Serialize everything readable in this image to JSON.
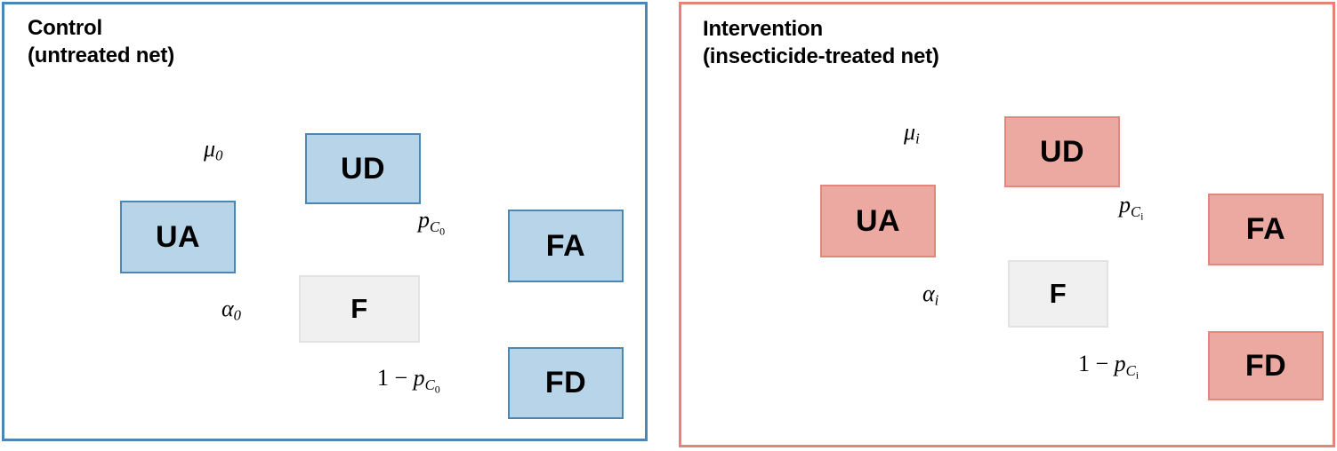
{
  "figure": {
    "type": "state-transition-diagram",
    "panels": [
      {
        "id": "control",
        "title": "Control\n(untreated net)",
        "accent_color": "#4a87b5",
        "node_fill": "#b8d4e8",
        "node_border": "#4a87b5",
        "nodes": [
          {
            "id": "ua",
            "label": "UA",
            "style": "blue"
          },
          {
            "id": "ud",
            "label": "UD",
            "style": "blue"
          },
          {
            "id": "f",
            "label": "F",
            "style": "gray"
          },
          {
            "id": "fa",
            "label": "FA",
            "style": "blue"
          },
          {
            "id": "fd",
            "label": "FD",
            "style": "blue"
          }
        ],
        "edges": [
          {
            "id": "self",
            "from": "ua",
            "to": "ua",
            "label": ""
          },
          {
            "id": "ua-ud",
            "from": "ua",
            "to": "ud",
            "label": "μ0",
            "label_html": "μ<sub>0</sub>"
          },
          {
            "id": "ua-f",
            "from": "ua",
            "to": "f",
            "label": "α0",
            "label_html": "α<sub>0</sub>"
          },
          {
            "id": "f-fa",
            "from": "f",
            "to": "fa",
            "label": "pC0",
            "label_html": "p<sub>C<sub>0</sub></sub>"
          },
          {
            "id": "f-fd",
            "from": "f",
            "to": "fd",
            "label": "1 - pC0",
            "label_html": "1 − p<sub>C<sub>0</sub></sub>"
          }
        ]
      },
      {
        "id": "intervention",
        "title": "Intervention\n(insecticide-treated net)",
        "accent_color": "#e8837c",
        "node_fill": "#eba9a1",
        "node_border": "#e2877c",
        "nodes": [
          {
            "id": "ua",
            "label": "UA",
            "style": "red"
          },
          {
            "id": "ud",
            "label": "UD",
            "style": "red"
          },
          {
            "id": "f",
            "label": "F",
            "style": "gray"
          },
          {
            "id": "fa",
            "label": "FA",
            "style": "red"
          },
          {
            "id": "fd",
            "label": "FD",
            "style": "red"
          }
        ],
        "edges": [
          {
            "id": "self",
            "from": "ua",
            "to": "ua",
            "label": ""
          },
          {
            "id": "ua-ud",
            "from": "ua",
            "to": "ud",
            "label": "μi",
            "label_html": "μ<sub>i</sub>"
          },
          {
            "id": "ua-f",
            "from": "ua",
            "to": "f",
            "label": "αi",
            "label_html": "α<sub>i</sub>"
          },
          {
            "id": "f-fa",
            "from": "f",
            "to": "fa",
            "label": "pCi",
            "label_html": "p<sub>C<sub>i</sub></sub>"
          },
          {
            "id": "f-fd",
            "from": "f",
            "to": "fd",
            "label": "1 - pCi",
            "label_html": "1 − p<sub>C<sub>i</sub></sub>"
          }
        ]
      }
    ],
    "arrow_color": "#9b9b9b",
    "arrow_fill": "#e0e0e0",
    "gray_node_fill": "#f0f0f0"
  },
  "control": {
    "title": "Control\n(untreated net)",
    "nodes": {
      "ua": "UA",
      "ud": "UD",
      "f": "F",
      "fa": "FA",
      "fd": "FD"
    },
    "labels": {
      "mu": "μ",
      "mu_sub": "0",
      "alpha": "α",
      "alpha_sub": "0",
      "p": "p",
      "p_sub_c": "C",
      "p_sub_idx": "0",
      "one_minus": "1 − "
    }
  },
  "intervention": {
    "title": "Intervention\n(insecticide-treated net)",
    "nodes": {
      "ua": "UA",
      "ud": "UD",
      "f": "F",
      "fa": "FA",
      "fd": "FD"
    },
    "labels": {
      "mu": "μ",
      "mu_sub": "i",
      "alpha": "α",
      "alpha_sub": "i",
      "p": "p",
      "p_sub_c": "C",
      "p_sub_idx": "i",
      "one_minus": "1 − "
    }
  }
}
